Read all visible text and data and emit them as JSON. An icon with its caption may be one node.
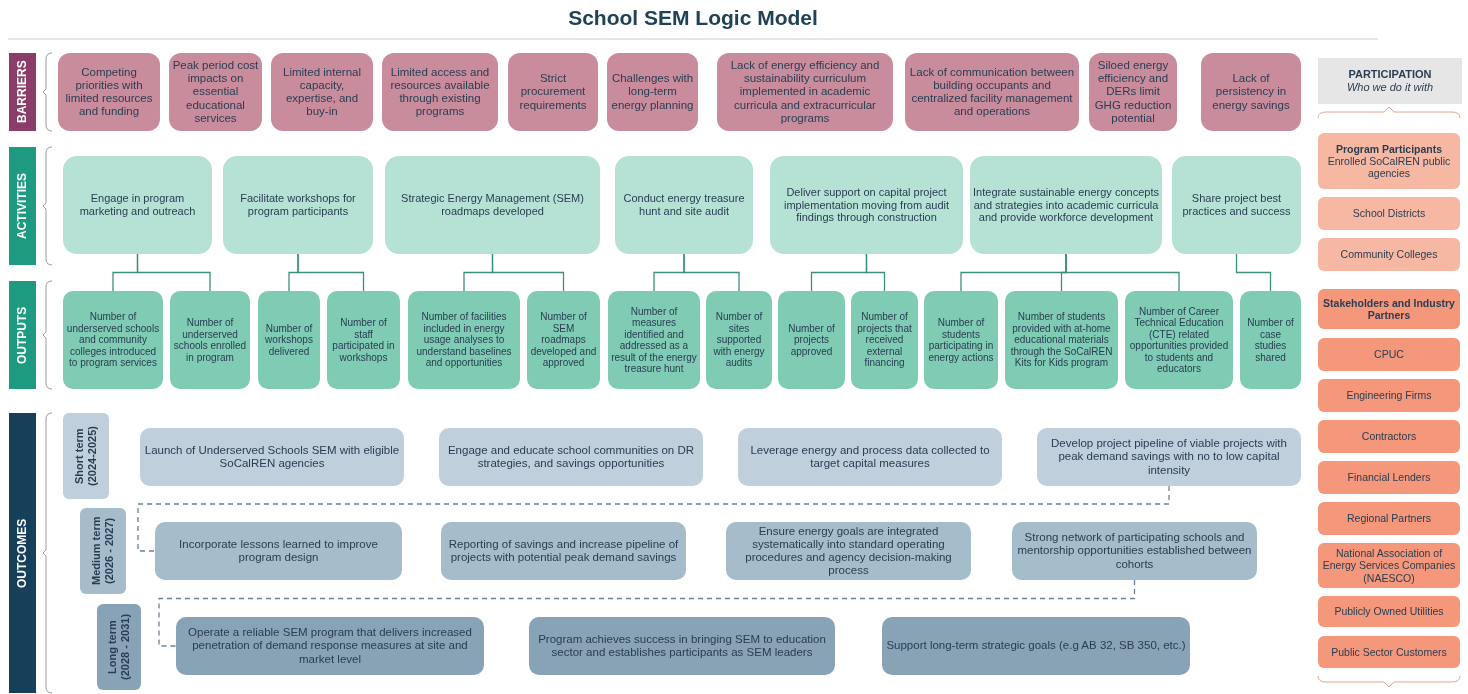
{
  "diagram": {
    "title": "School SEM Logic Model",
    "nodes": [
      {
        "text": [
          "BARRIERS"
        ]
      },
      {
        "text": [
          "Competing priorities with limited resources and funding"
        ]
      },
      {
        "text": [
          "Peak period cost impacts on essential educational services"
        ]
      },
      {
        "text": [
          "Limited internal capacity, expertise, and buy-in"
        ]
      },
      {
        "text": [
          "Limited access and resources available through existing programs"
        ]
      },
      {
        "text": [
          "Strict procurement requirements"
        ]
      },
      {
        "text": [
          "Challenges with long-term energy planning"
        ]
      },
      {
        "text": [
          "Lack of energy efficiency and sustainability curriculum implemented in academic curricula and extracurricular programs"
        ]
      },
      {
        "text": [
          "Lack of communication between building occupants and centralized facility management and operations"
        ]
      },
      {
        "text": [
          "Siloed energy efficiency and DERs limit GHG reduction potential"
        ]
      },
      {
        "text": [
          "Lack of persistency in energy savings"
        ]
      },
      {
        "text": [
          "ACTIVITIES"
        ]
      },
      {
        "text": [
          "Engage in program marketing and outreach"
        ]
      },
      {
        "text": [
          "Facilitate workshops for program participants"
        ]
      },
      {
        "text": [
          "Strategic Energy Management (SEM) roadmaps developed"
        ]
      },
      {
        "text": [
          "Conduct energy treasure hunt and site audit"
        ]
      },
      {
        "text": [
          "Deliver support on capital project implementation moving from audit findings through construction"
        ]
      },
      {
        "text": [
          "Integrate sustainable energy concepts and strategies into academic curricula and provide workforce development"
        ]
      },
      {
        "text": [
          "Share project best practices and success"
        ]
      },
      {
        "text": [
          "OUTPUTS"
        ]
      },
      {
        "text": [
          "Number of underserved schools and community colleges introduced to program services"
        ]
      },
      {
        "text": [
          "Number of underserved schools enrolled in program"
        ]
      },
      {
        "text": [
          "Number of workshops delivered"
        ]
      },
      {
        "text": [
          "Number of staff participated in workshops"
        ]
      },
      {
        "text": [
          "Number of facilities included in energy usage analyses to understand baselines and opportunities"
        ]
      },
      {
        "text": [
          "Number of SEM roadmaps developed and approved"
        ]
      },
      {
        "text": [
          "Number of measures identified and addressed as a result of the energy treasure hunt"
        ]
      },
      {
        "text": [
          "Number of sites supported with energy audits"
        ]
      },
      {
        "text": [
          "Number of projects approved"
        ]
      },
      {
        "text": [
          "Number of projects that received external financing"
        ]
      },
      {
        "text": [
          "Number of students participating in energy actions"
        ]
      },
      {
        "text": [
          "Number of students provided with at-home educational materials through the SoCalREN Kits for Kids program"
        ]
      },
      {
        "text": [
          "Number of Career Technical Education (CTE) related opportunities provided to students and educators"
        ]
      },
      {
        "text": [
          "Number of case studies shared"
        ]
      },
      {
        "text": [
          "OUTCOMES"
        ]
      },
      {
        "text": [
          "Short term (2024-2025)"
        ]
      },
      {
        "text": [
          "Launch of Underserved Schools SEM with eligible SoCalREN agencies"
        ]
      },
      {
        "text": [
          "Engage and educate school communities on DR strategies, and savings opportunities"
        ]
      },
      {
        "text": [
          "Leverage energy and process data collected to target capital measures"
        ]
      },
      {
        "text": [
          "Develop project pipeline of viable projects with peak demand savings with no to low capital intensity"
        ]
      },
      {
        "text": [
          "Medium term (2026 - 2027)"
        ]
      },
      {
        "text": [
          "Incorporate lessons learned to improve program design"
        ]
      },
      {
        "text": [
          "Reporting of savings and increase pipeline of projects with potential peak demand savings"
        ]
      },
      {
        "text": [
          "Ensure energy goals are integrated systematically into standard operating procedures and agency decision-making process"
        ]
      },
      {
        "text": [
          "Strong network of participating schools and mentorship opportunities established between cohorts"
        ]
      },
      {
        "text": [
          "Long term (2028 - 2031)"
        ]
      },
      {
        "text": [
          "Operate a reliable SEM program that delivers increased penetration of demand response measures at site and market level"
        ]
      },
      {
        "text": [
          "Program achieves success in bringing SEM to education sector and establishes participants as SEM leaders"
        ]
      },
      {
        "text": [
          "Support long-term strategic goals (e.g AB 32, SB 350, etc.)"
        ]
      },
      {
        "text": [
          "PARTICIPATION",
          "Who we do it with"
        ]
      },
      {
        "text": [
          "Program Participants",
          "Enrolled SoCalREN public agencies"
        ]
      },
      {
        "text": [
          "School Districts"
        ]
      },
      {
        "text": [
          "Community Colleges"
        ]
      },
      {
        "text": [
          "Stakeholders and Industry Partners"
        ]
      },
      {
        "text": [
          "CPUC"
        ]
      },
      {
        "text": [
          "Engineering Firms"
        ]
      },
      {
        "text": [
          "Contractors"
        ]
      },
      {
        "text": [
          "Financial Lenders"
        ]
      },
      {
        "text": [
          "Regional Partners"
        ]
      },
      {
        "text": [
          "National Association of Energy Services Companies (NAESCO)"
        ]
      },
      {
        "text": [
          "Publicly Owned Utilities"
        ]
      },
      {
        "text": [
          "Public Sector Customers"
        ]
      }
    ],
    "edges": [
      {
        "from": 12,
        "to": 20,
        "arrow": "none"
      },
      {
        "from": 12,
        "to": 21,
        "arrow": "none"
      },
      {
        "from": 13,
        "to": 22,
        "arrow": "none"
      },
      {
        "from": 13,
        "to": 23,
        "arrow": "none"
      },
      {
        "from": 14,
        "to": 24,
        "arrow": "none"
      },
      {
        "from": 14,
        "to": 25,
        "arrow": "none"
      },
      {
        "from": 15,
        "to": 26,
        "arrow": "none"
      },
      {
        "from": 15,
        "to": 27,
        "arrow": "none"
      },
      {
        "from": 16,
        "to": 28,
        "arrow": "none"
      },
      {
        "from": 16,
        "to": 29,
        "arrow": "none"
      },
      {
        "from": 17,
        "to": 30,
        "arrow": "none"
      },
      {
        "from": 17,
        "to": 31,
        "arrow": "none"
      },
      {
        "from": 17,
        "to": 32,
        "arrow": "none"
      },
      {
        "from": 18,
        "to": 33,
        "arrow": "none"
      },
      {
        "from": 39,
        "to": 41,
        "arrow": "none",
        "style": "dashed",
        "color": "#6b8294"
      },
      {
        "from": 44,
        "to": 46,
        "arrow": "none",
        "style": "dashed",
        "color": "#6b8294"
      }
    ]
  }
}
